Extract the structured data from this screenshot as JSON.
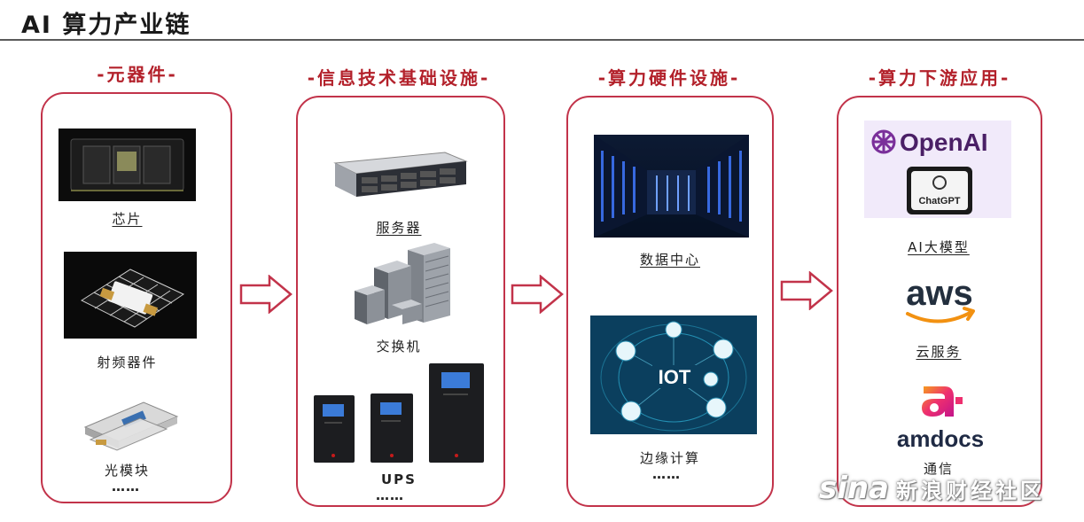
{
  "title": "AI 算力产业链",
  "columns": [
    {
      "heading": "-元器件-",
      "items": [
        "芯片",
        "射频器件",
        "光模块"
      ],
      "more": "……"
    },
    {
      "heading": "-信息技术基础设施-",
      "items": [
        "服务器",
        "交换机",
        "UPS"
      ],
      "more": "……"
    },
    {
      "heading": "-算力硬件设施-",
      "items": [
        "数据中心",
        "边缘计算"
      ],
      "more": "……"
    },
    {
      "heading": "-算力下游应用-",
      "items": [
        "AI大模型",
        "云服务",
        "通信"
      ]
    }
  ],
  "logos": {
    "openai": "OpenAI",
    "chatgpt": "ChatGPT",
    "aws": "aws",
    "amdocs": "amdocs",
    "iot": "IOT"
  },
  "watermark": {
    "logo": "sina",
    "text": "新浪财经社区"
  },
  "colors": {
    "accent": "#b3212b",
    "border": "#c2334a"
  }
}
